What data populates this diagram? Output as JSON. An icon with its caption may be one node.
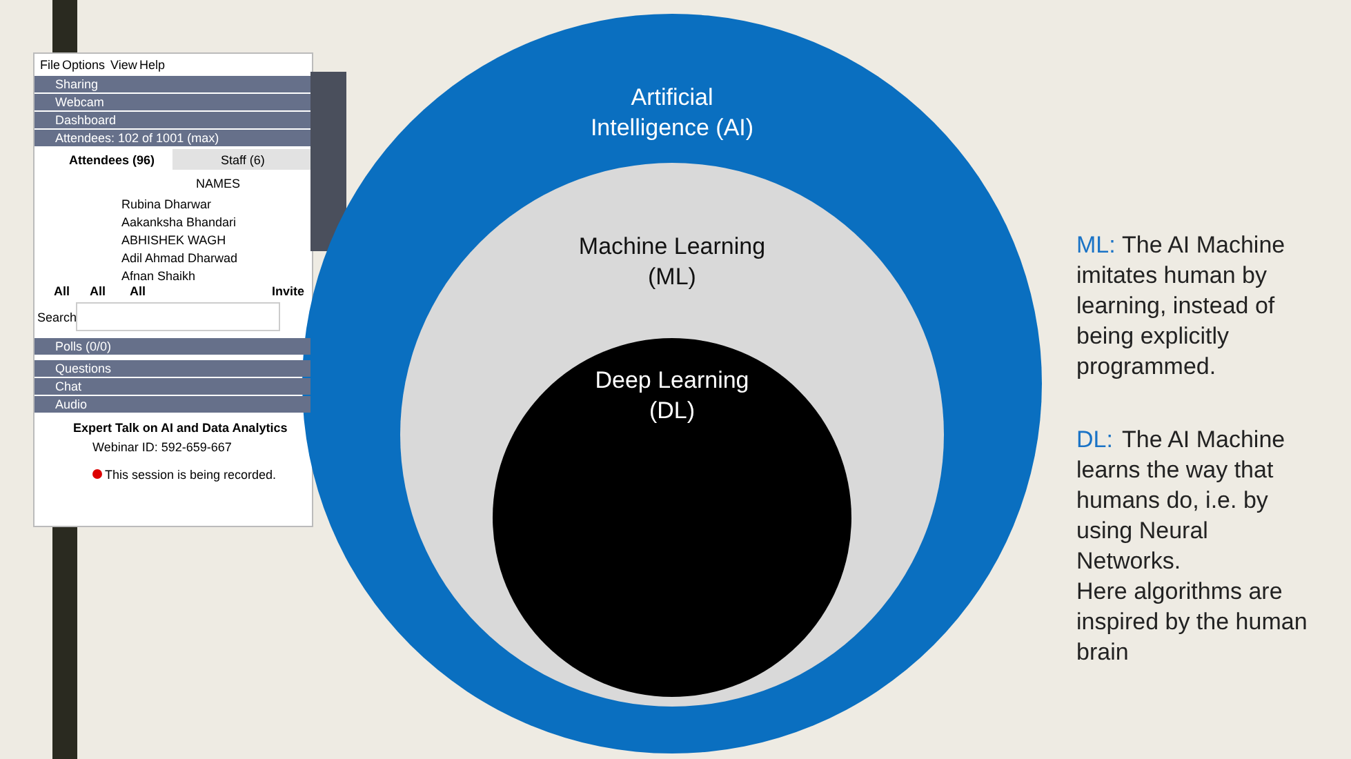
{
  "diagram": {
    "nodes": [
      {
        "text": [
          "Artificial Intelligence (AI)"
        ]
      },
      {
        "text": [
          "Machine Learning (ML)"
        ],
        "in": 0
      },
      {
        "text": [
          "Deep Learning (DL)"
        ],
        "in": 1
      }
    ],
    "labels": [
      "File",
      "Options",
      "View",
      "Help",
      "Sharing",
      "Webcam",
      "Dashboard",
      "Attendees: 102 of 1001 (max)",
      "Attendees (96)",
      "Staff (6)",
      "NAMES",
      "Rubina Dharwar",
      "Aakanksha Bhandari",
      "ABHISHEK WAGH",
      "Adil Ahmad Dharwad",
      "Afnan Shaikh",
      "All",
      "All",
      "All",
      "Invite",
      "Search",
      "Polls (0/0)",
      "Questions",
      "Chat",
      "Audio",
      "Expert Talk on AI and Data Analytics",
      "Webinar ID: 592-659-667",
      "This session is being recorded.",
      "ML:",
      "The AI Machine imitates human by learning, instead of being explicitly programmed.",
      "DL:",
      "The AI Machine learns the way that humans do, i.e. by using Neural Networks.",
      "Here algorithms are inspired by the human brain"
    ]
  }
}
